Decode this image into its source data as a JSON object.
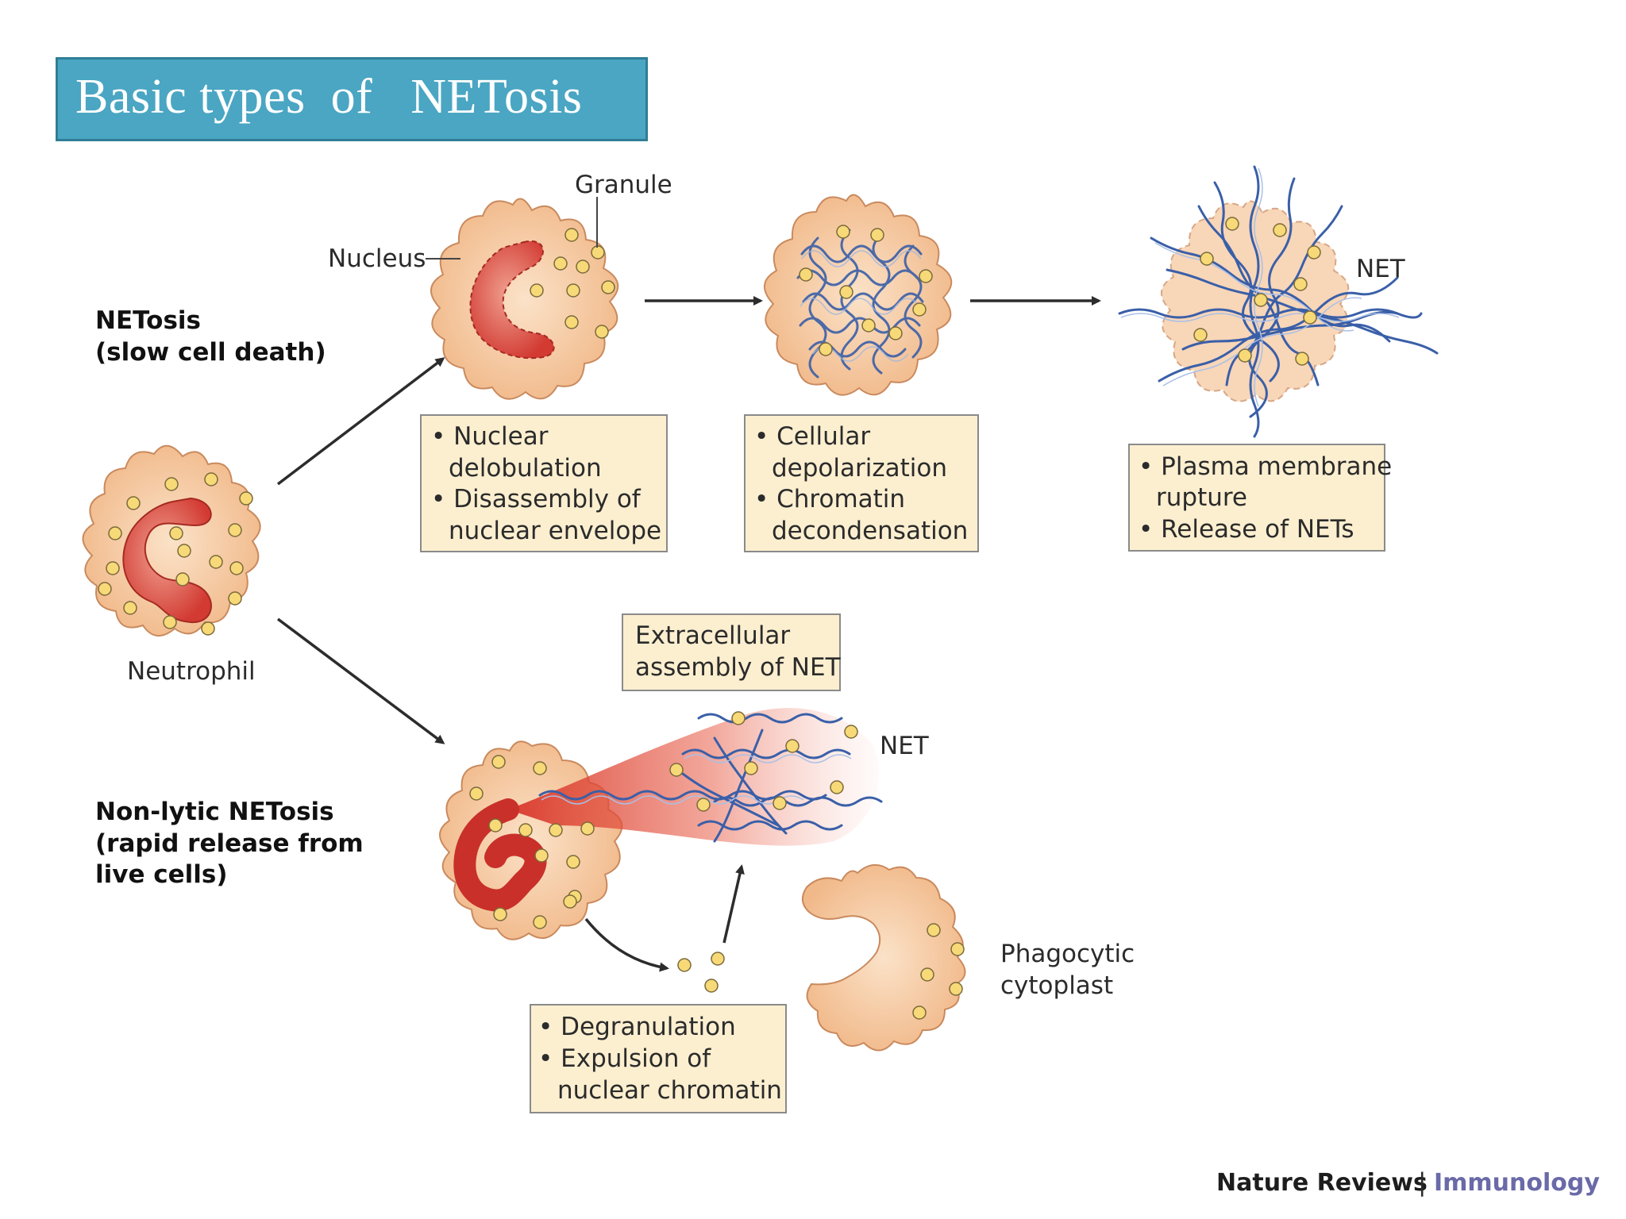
{
  "title": "Basic types  of   NETosis",
  "labels": {
    "granule": "Granule",
    "nucleus": "Nucleus",
    "net_top": "NET",
    "net_bottom": "NET",
    "neutrophil": "Neutrophil",
    "phagocytic_1": "Phagocytic",
    "phagocytic_2": "cytoplast"
  },
  "pathways": {
    "lytic": [
      "NETosis",
      "(slow cell death)"
    ],
    "nonlytic": [
      "Non-lytic NETosis",
      "(rapid release from",
      "live cells)"
    ]
  },
  "boxes": {
    "box1": [
      "• Nuclear",
      "delobulation",
      "• Disassembly of",
      "nuclear envelope"
    ],
    "box2": [
      "• Cellular",
      "depolarization",
      "• Chromatin",
      "decondensation"
    ],
    "box3": [
      "• Plasma membrane",
      "rupture",
      "• Release of NETs"
    ],
    "box4": [
      "Extracellular",
      "assembly of NET"
    ],
    "box5": [
      "• Degranulation",
      "• Expulsion of",
      "nuclear chromatin"
    ]
  },
  "credit": {
    "journal": "Nature Reviews",
    "separator": "|",
    "subject": "Immunology"
  },
  "colors": {
    "title_bg": "#4aa6c3",
    "cell_fill": "#f6c9a1",
    "nucleus": "#d8443a",
    "granule": "#f7d978",
    "dna": "#3a5fa8",
    "box_bg": "#fcefd0"
  }
}
